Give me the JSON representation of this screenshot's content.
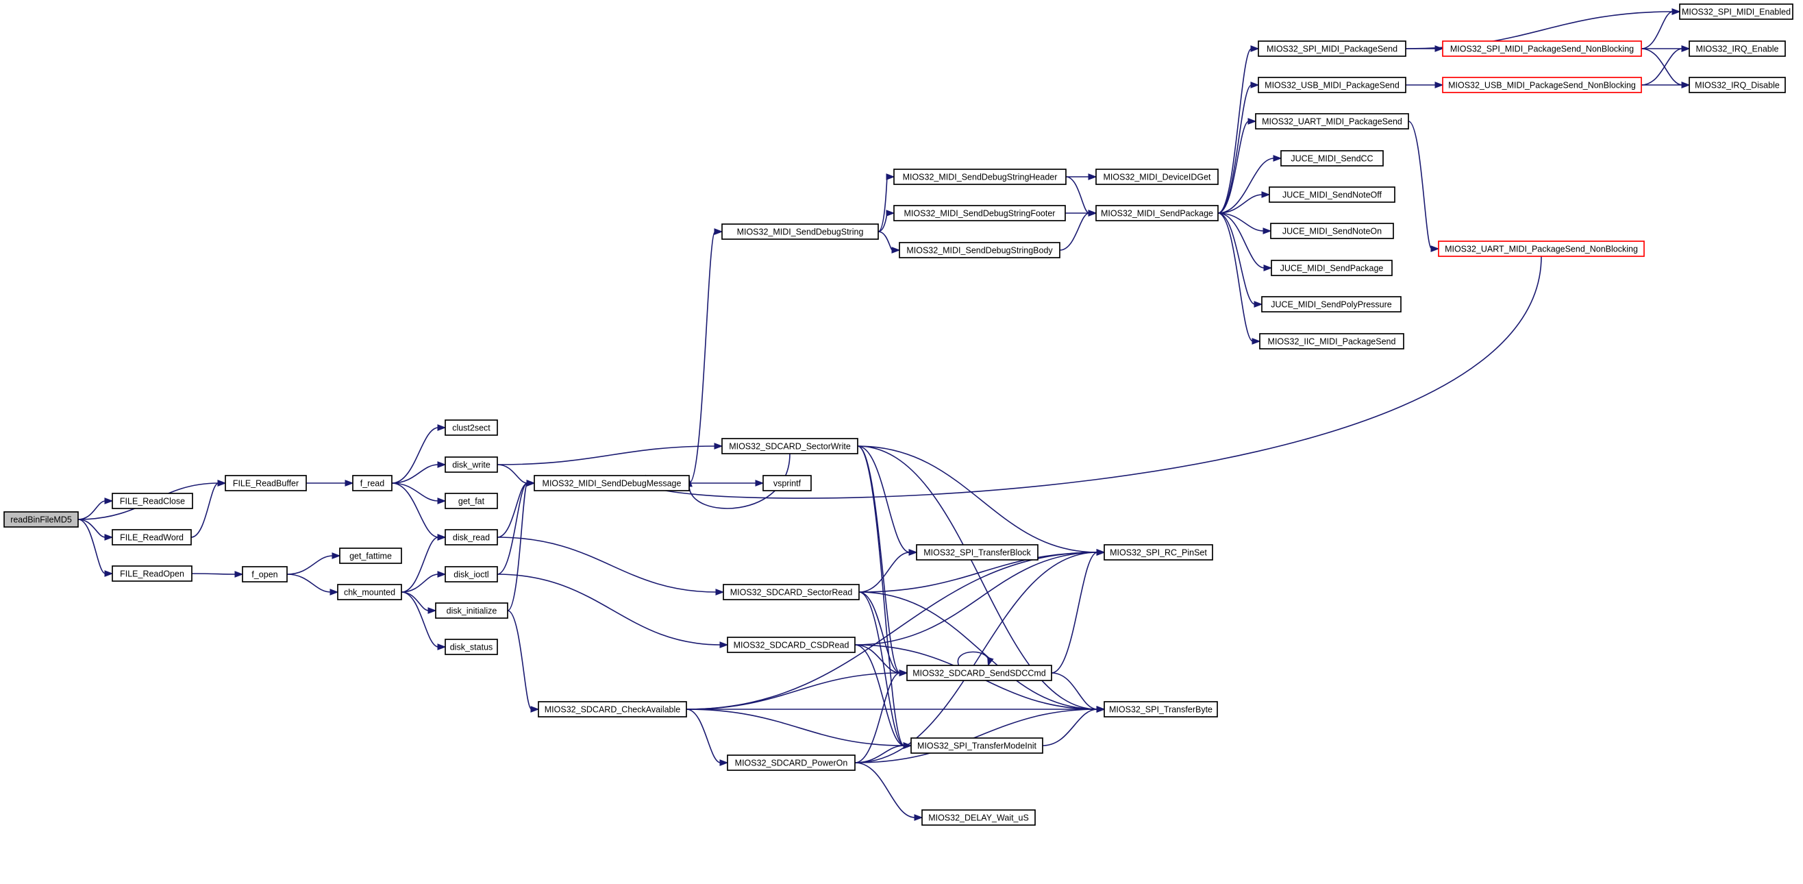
{
  "colors": {
    "edge": "#191970",
    "node_border": "#000000",
    "node_border_truncated": "#ff0000",
    "node_fill": "#ffffff",
    "root_fill": "#bfbfbf"
  },
  "nodes": [
    {
      "id": "readBinFileMD5",
      "label": "readBinFileMD5",
      "root": true
    },
    {
      "id": "FILE_ReadBuffer",
      "label": "FILE_ReadBuffer"
    },
    {
      "id": "FILE_ReadClose",
      "label": "FILE_ReadClose"
    },
    {
      "id": "FILE_ReadWord",
      "label": "FILE_ReadWord"
    },
    {
      "id": "FILE_ReadOpen",
      "label": "FILE_ReadOpen"
    },
    {
      "id": "f_read",
      "label": "f_read"
    },
    {
      "id": "f_open",
      "label": "f_open"
    },
    {
      "id": "clust2sect",
      "label": "clust2sect"
    },
    {
      "id": "disk_write",
      "label": "disk_write"
    },
    {
      "id": "get_fat",
      "label": "get_fat"
    },
    {
      "id": "disk_read",
      "label": "disk_read"
    },
    {
      "id": "get_fattime",
      "label": "get_fattime"
    },
    {
      "id": "chk_mounted",
      "label": "chk_mounted"
    },
    {
      "id": "disk_ioctl",
      "label": "disk_ioctl"
    },
    {
      "id": "disk_initialize",
      "label": "disk_initialize"
    },
    {
      "id": "disk_status",
      "label": "disk_status"
    },
    {
      "id": "MIOS32_MIDI_SendDebugMessage",
      "label": "MIOS32_MIDI_SendDebugMessage"
    },
    {
      "id": "vsprintf",
      "label": "vsprintf"
    },
    {
      "id": "MIOS32_MIDI_SendDebugString",
      "label": "MIOS32_MIDI_SendDebugString"
    },
    {
      "id": "MIOS32_MIDI_SendDebugStringHeader",
      "label": "MIOS32_MIDI_SendDebugStringHeader"
    },
    {
      "id": "MIOS32_MIDI_SendDebugStringFooter",
      "label": "MIOS32_MIDI_SendDebugStringFooter"
    },
    {
      "id": "MIOS32_MIDI_SendDebugStringBody",
      "label": "MIOS32_MIDI_SendDebugStringBody"
    },
    {
      "id": "MIOS32_MIDI_DeviceIDGet",
      "label": "MIOS32_MIDI_DeviceIDGet"
    },
    {
      "id": "MIOS32_MIDI_SendPackage",
      "label": "MIOS32_MIDI_SendPackage"
    },
    {
      "id": "MIOS32_SPI_MIDI_PackageSend",
      "label": "MIOS32_SPI_MIDI_PackageSend"
    },
    {
      "id": "MIOS32_USB_MIDI_PackageSend",
      "label": "MIOS32_USB_MIDI_PackageSend"
    },
    {
      "id": "MIOS32_UART_MIDI_PackageSend",
      "label": "MIOS32_UART_MIDI_PackageSend"
    },
    {
      "id": "JUCE_MIDI_SendCC",
      "label": "JUCE_MIDI_SendCC"
    },
    {
      "id": "JUCE_MIDI_SendNoteOff",
      "label": "JUCE_MIDI_SendNoteOff"
    },
    {
      "id": "JUCE_MIDI_SendNoteOn",
      "label": "JUCE_MIDI_SendNoteOn"
    },
    {
      "id": "JUCE_MIDI_SendPackage",
      "label": "JUCE_MIDI_SendPackage"
    },
    {
      "id": "JUCE_MIDI_SendPolyPressure",
      "label": "JUCE_MIDI_SendPolyPressure"
    },
    {
      "id": "MIOS32_IIC_MIDI_PackageSend",
      "label": "MIOS32_IIC_MIDI_PackageSend"
    },
    {
      "id": "MIOS32_SPI_MIDI_PackageSend_NonBlocking",
      "label": "MIOS32_SPI_MIDI_PackageSend_NonBlocking",
      "truncated": true
    },
    {
      "id": "MIOS32_USB_MIDI_PackageSend_NonBlocking",
      "label": "MIOS32_USB_MIDI_PackageSend_NonBlocking",
      "truncated": true
    },
    {
      "id": "MIOS32_UART_MIDI_PackageSend_NonBlocking",
      "label": "MIOS32_UART_MIDI_PackageSend_NonBlocking",
      "truncated": true
    },
    {
      "id": "MIOS32_SPI_MIDI_Enabled",
      "label": "MIOS32_SPI_MIDI_Enabled"
    },
    {
      "id": "MIOS32_IRQ_Enable",
      "label": "MIOS32_IRQ_Enable"
    },
    {
      "id": "MIOS32_IRQ_Disable",
      "label": "MIOS32_IRQ_Disable"
    },
    {
      "id": "MIOS32_SDCARD_SectorWrite",
      "label": "MIOS32_SDCARD_SectorWrite"
    },
    {
      "id": "MIOS32_SDCARD_SectorRead",
      "label": "MIOS32_SDCARD_SectorRead"
    },
    {
      "id": "MIOS32_SDCARD_CSDRead",
      "label": "MIOS32_SDCARD_CSDRead"
    },
    {
      "id": "MIOS32_SDCARD_CheckAvailable",
      "label": "MIOS32_SDCARD_CheckAvailable"
    },
    {
      "id": "MIOS32_SDCARD_PowerOn",
      "label": "MIOS32_SDCARD_PowerOn"
    },
    {
      "id": "MIOS32_SPI_TransferBlock",
      "label": "MIOS32_SPI_TransferBlock"
    },
    {
      "id": "MIOS32_SDCARD_SendSDCCmd",
      "label": "MIOS32_SDCARD_SendSDCCmd"
    },
    {
      "id": "MIOS32_SPI_TransferModeInit",
      "label": "MIOS32_SPI_TransferModeInit"
    },
    {
      "id": "MIOS32_DELAY_Wait_uS",
      "label": "MIOS32_DELAY_Wait_uS"
    },
    {
      "id": "MIOS32_SPI_RC_PinSet",
      "label": "MIOS32_SPI_RC_PinSet"
    },
    {
      "id": "MIOS32_SPI_TransferByte",
      "label": "MIOS32_SPI_TransferByte"
    }
  ],
  "edges": [
    [
      "readBinFileMD5",
      "FILE_ReadBuffer"
    ],
    [
      "readBinFileMD5",
      "FILE_ReadClose"
    ],
    [
      "readBinFileMD5",
      "FILE_ReadWord"
    ],
    [
      "readBinFileMD5",
      "FILE_ReadOpen"
    ],
    [
      "FILE_ReadWord",
      "FILE_ReadBuffer"
    ],
    [
      "FILE_ReadBuffer",
      "f_read"
    ],
    [
      "FILE_ReadOpen",
      "f_open"
    ],
    [
      "f_read",
      "clust2sect"
    ],
    [
      "f_read",
      "disk_write"
    ],
    [
      "f_read",
      "get_fat"
    ],
    [
      "f_read",
      "disk_read"
    ],
    [
      "f_open",
      "get_fattime"
    ],
    [
      "f_open",
      "chk_mounted"
    ],
    [
      "chk_mounted",
      "disk_read"
    ],
    [
      "chk_mounted",
      "disk_ioctl"
    ],
    [
      "chk_mounted",
      "disk_initialize"
    ],
    [
      "chk_mounted",
      "disk_status"
    ],
    [
      "disk_write",
      "MIOS32_MIDI_SendDebugMessage"
    ],
    [
      "disk_write",
      "MIOS32_SDCARD_SectorWrite"
    ],
    [
      "disk_read",
      "MIOS32_MIDI_SendDebugMessage"
    ],
    [
      "disk_read",
      "MIOS32_SDCARD_SectorRead"
    ],
    [
      "disk_ioctl",
      "MIOS32_MIDI_SendDebugMessage"
    ],
    [
      "disk_ioctl",
      "MIOS32_SDCARD_CSDRead"
    ],
    [
      "disk_initialize",
      "MIOS32_MIDI_SendDebugMessage"
    ],
    [
      "disk_initialize",
      "MIOS32_SDCARD_CheckAvailable"
    ],
    [
      "MIOS32_MIDI_SendDebugMessage",
      "vsprintf"
    ],
    [
      "MIOS32_MIDI_SendDebugMessage",
      "MIOS32_MIDI_SendDebugString"
    ],
    [
      "MIOS32_MIDI_SendDebugString",
      "MIOS32_MIDI_SendDebugStringHeader"
    ],
    [
      "MIOS32_MIDI_SendDebugString",
      "MIOS32_MIDI_SendDebugStringFooter"
    ],
    [
      "MIOS32_MIDI_SendDebugString",
      "MIOS32_MIDI_SendDebugStringBody"
    ],
    [
      "MIOS32_MIDI_SendDebugStringHeader",
      "MIOS32_MIDI_DeviceIDGet"
    ],
    [
      "MIOS32_MIDI_SendDebugStringHeader",
      "MIOS32_MIDI_SendPackage"
    ],
    [
      "MIOS32_MIDI_SendDebugStringFooter",
      "MIOS32_MIDI_SendPackage"
    ],
    [
      "MIOS32_MIDI_SendDebugStringBody",
      "MIOS32_MIDI_SendPackage"
    ],
    [
      "MIOS32_MIDI_SendPackage",
      "MIOS32_SPI_MIDI_PackageSend"
    ],
    [
      "MIOS32_MIDI_SendPackage",
      "MIOS32_USB_MIDI_PackageSend"
    ],
    [
      "MIOS32_MIDI_SendPackage",
      "MIOS32_UART_MIDI_PackageSend"
    ],
    [
      "MIOS32_MIDI_SendPackage",
      "JUCE_MIDI_SendCC"
    ],
    [
      "MIOS32_MIDI_SendPackage",
      "JUCE_MIDI_SendNoteOff"
    ],
    [
      "MIOS32_MIDI_SendPackage",
      "JUCE_MIDI_SendNoteOn"
    ],
    [
      "MIOS32_MIDI_SendPackage",
      "JUCE_MIDI_SendPackage"
    ],
    [
      "MIOS32_MIDI_SendPackage",
      "JUCE_MIDI_SendPolyPressure"
    ],
    [
      "MIOS32_MIDI_SendPackage",
      "MIOS32_IIC_MIDI_PackageSend"
    ],
    [
      "MIOS32_SPI_MIDI_PackageSend",
      "MIOS32_SPI_MIDI_Enabled"
    ],
    [
      "MIOS32_SPI_MIDI_PackageSend",
      "MIOS32_SPI_MIDI_PackageSend_NonBlocking"
    ],
    [
      "MIOS32_SPI_MIDI_PackageSend_NonBlocking",
      "MIOS32_SPI_MIDI_Enabled"
    ],
    [
      "MIOS32_SPI_MIDI_PackageSend_NonBlocking",
      "MIOS32_IRQ_Enable"
    ],
    [
      "MIOS32_SPI_MIDI_PackageSend_NonBlocking",
      "MIOS32_IRQ_Disable"
    ],
    [
      "MIOS32_USB_MIDI_PackageSend",
      "MIOS32_USB_MIDI_PackageSend_NonBlocking"
    ],
    [
      "MIOS32_USB_MIDI_PackageSend_NonBlocking",
      "MIOS32_IRQ_Enable"
    ],
    [
      "MIOS32_USB_MIDI_PackageSend_NonBlocking",
      "MIOS32_IRQ_Disable"
    ],
    [
      "MIOS32_UART_MIDI_PackageSend",
      "MIOS32_UART_MIDI_PackageSend_NonBlocking"
    ],
    [
      "MIOS32_UART_MIDI_PackageSend_NonBlocking",
      "MIOS32_MIDI_SendDebugMessage"
    ],
    [
      "MIOS32_SDCARD_SectorWrite",
      "MIOS32_MIDI_SendDebugMessage"
    ],
    [
      "MIOS32_SDCARD_SectorWrite",
      "MIOS32_SPI_RC_PinSet"
    ],
    [
      "MIOS32_SDCARD_SectorWrite",
      "MIOS32_SPI_TransferBlock"
    ],
    [
      "MIOS32_SDCARD_SectorWrite",
      "MIOS32_SDCARD_SendSDCCmd"
    ],
    [
      "MIOS32_SDCARD_SectorWrite",
      "MIOS32_SPI_TransferModeInit"
    ],
    [
      "MIOS32_SDCARD_SectorWrite",
      "MIOS32_SPI_TransferByte"
    ],
    [
      "MIOS32_SDCARD_SectorRead",
      "MIOS32_SPI_RC_PinSet"
    ],
    [
      "MIOS32_SDCARD_SectorRead",
      "MIOS32_SPI_TransferBlock"
    ],
    [
      "MIOS32_SDCARD_SectorRead",
      "MIOS32_SDCARD_SendSDCCmd"
    ],
    [
      "MIOS32_SDCARD_SectorRead",
      "MIOS32_SPI_TransferModeInit"
    ],
    [
      "MIOS32_SDCARD_SectorRead",
      "MIOS32_SPI_TransferByte"
    ],
    [
      "MIOS32_SDCARD_CSDRead",
      "MIOS32_SPI_RC_PinSet"
    ],
    [
      "MIOS32_SDCARD_CSDRead",
      "MIOS32_SDCARD_SendSDCCmd"
    ],
    [
      "MIOS32_SDCARD_CSDRead",
      "MIOS32_SPI_TransferModeInit"
    ],
    [
      "MIOS32_SDCARD_CSDRead",
      "MIOS32_SPI_TransferByte"
    ],
    [
      "MIOS32_SDCARD_CheckAvailable",
      "MIOS32_SPI_RC_PinSet"
    ],
    [
      "MIOS32_SDCARD_CheckAvailable",
      "MIOS32_SDCARD_SendSDCCmd"
    ],
    [
      "MIOS32_SDCARD_CheckAvailable",
      "MIOS32_SPI_TransferModeInit"
    ],
    [
      "MIOS32_SDCARD_CheckAvailable",
      "MIOS32_SDCARD_PowerOn"
    ],
    [
      "MIOS32_SDCARD_CheckAvailable",
      "MIOS32_SPI_TransferByte"
    ],
    [
      "MIOS32_SDCARD_PowerOn",
      "MIOS32_SDCARD_SendSDCCmd"
    ],
    [
      "MIOS32_SDCARD_PowerOn",
      "MIOS32_SPI_TransferModeInit"
    ],
    [
      "MIOS32_SDCARD_PowerOn",
      "MIOS32_SPI_RC_PinSet"
    ],
    [
      "MIOS32_SDCARD_PowerOn",
      "MIOS32_DELAY_Wait_uS"
    ],
    [
      "MIOS32_SDCARD_PowerOn",
      "MIOS32_SPI_TransferByte"
    ],
    [
      "MIOS32_SDCARD_SendSDCCmd",
      "MIOS32_SDCARD_SendSDCCmd"
    ],
    [
      "MIOS32_SDCARD_SendSDCCmd",
      "MIOS32_SPI_RC_PinSet"
    ],
    [
      "MIOS32_SDCARD_SendSDCCmd",
      "MIOS32_SPI_TransferByte"
    ],
    [
      "MIOS32_SPI_TransferModeInit",
      "MIOS32_SPI_TransferByte"
    ]
  ]
}
